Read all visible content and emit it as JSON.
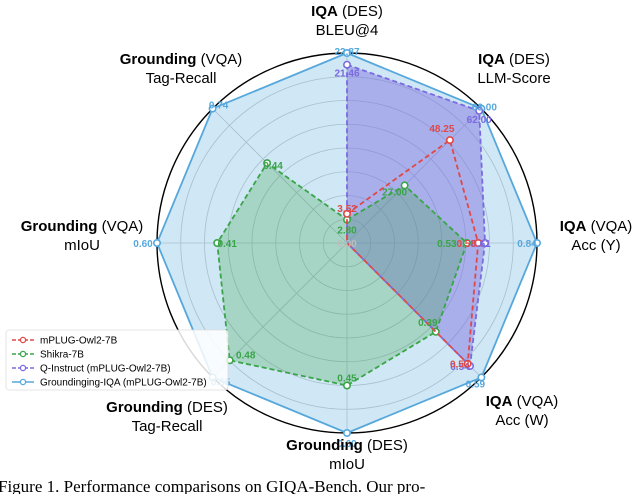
{
  "chart_data": {
    "type": "radar",
    "axes": [
      {
        "bold": "IQA",
        "rest": " (DES)",
        "metric": "BLEU@4",
        "max": 22.87
      },
      {
        "bold": "IQA",
        "rest": " (DES)",
        "metric": "LLM-Score",
        "max": 63.0
      },
      {
        "bold": "IQA",
        "rest": " (VQA)",
        "metric": "Acc (Y)",
        "max": 0.84
      },
      {
        "bold": "IQA",
        "rest": " (VQA)",
        "metric": "Acc (W)",
        "max": 0.59
      },
      {
        "bold": "Grounding",
        "rest": " (DES)",
        "metric": "mIoU",
        "max": 0.6
      },
      {
        "bold": "Grounding",
        "rest": " (DES)",
        "metric": "Tag-Recall",
        "max": 0.55
      },
      {
        "bold": "Grounding",
        "rest": " (VQA)",
        "metric": "mIoU",
        "max": 0.6
      },
      {
        "bold": "Grounding",
        "rest": " (VQA)",
        "metric": "Tag-Recall",
        "max": 0.74
      }
    ],
    "series": [
      {
        "name": "Groundinging-IQA (mPLUG-Owl2-7B)",
        "color": "#56a8dc",
        "values": [
          22.87,
          63.0,
          0.84,
          0.59,
          0.6,
          0.55,
          0.6,
          0.74
        ],
        "labels": [
          "22.87",
          "63.00",
          "0.84",
          "0.59",
          "0.60",
          "0.55",
          "0.60",
          "0.74"
        ]
      },
      {
        "name": "Q-Instruct (mPLUG-Owl2-7B)",
        "color": "#7a6ae0",
        "values": [
          21.46,
          62.0,
          0.61,
          0.54,
          0,
          0,
          0,
          0
        ],
        "labels": [
          "21.46",
          "62.00",
          "0.61",
          "0.54",
          "",
          "",
          "",
          ""
        ]
      },
      {
        "name": "Shikra-7B",
        "color": "#3aa448",
        "values": [
          2.8,
          27.0,
          0.53,
          0.39,
          0.45,
          0.48,
          0.41,
          0.44
        ],
        "labels": [
          "2.80",
          "27.00",
          "0.53",
          "0.39",
          "0.45",
          "0.48",
          "0.41",
          "0.44"
        ]
      },
      {
        "name": "mPLUG-Owl2-7B",
        "color": "#e04848",
        "values": [
          3.52,
          48.25,
          0.58,
          0.53,
          0,
          0,
          0,
          0
        ],
        "labels": [
          "3.52",
          "48.25",
          "0.58",
          "0.53",
          "",
          "",
          "",
          ""
        ]
      }
    ],
    "legend_order": [
      "mPLUG-Owl2-7B",
      "Shikra-7B",
      "Q-Instruct (mPLUG-Owl2-7B)",
      "Groundinging-IQA (mPLUG-Owl2-7B)"
    ],
    "center_label": "0.00",
    "legend_position": "bottom-left",
    "grid": true
  },
  "caption": "Figure 1.  Performance comparisons on GIQA-Bench.  Our pro-"
}
